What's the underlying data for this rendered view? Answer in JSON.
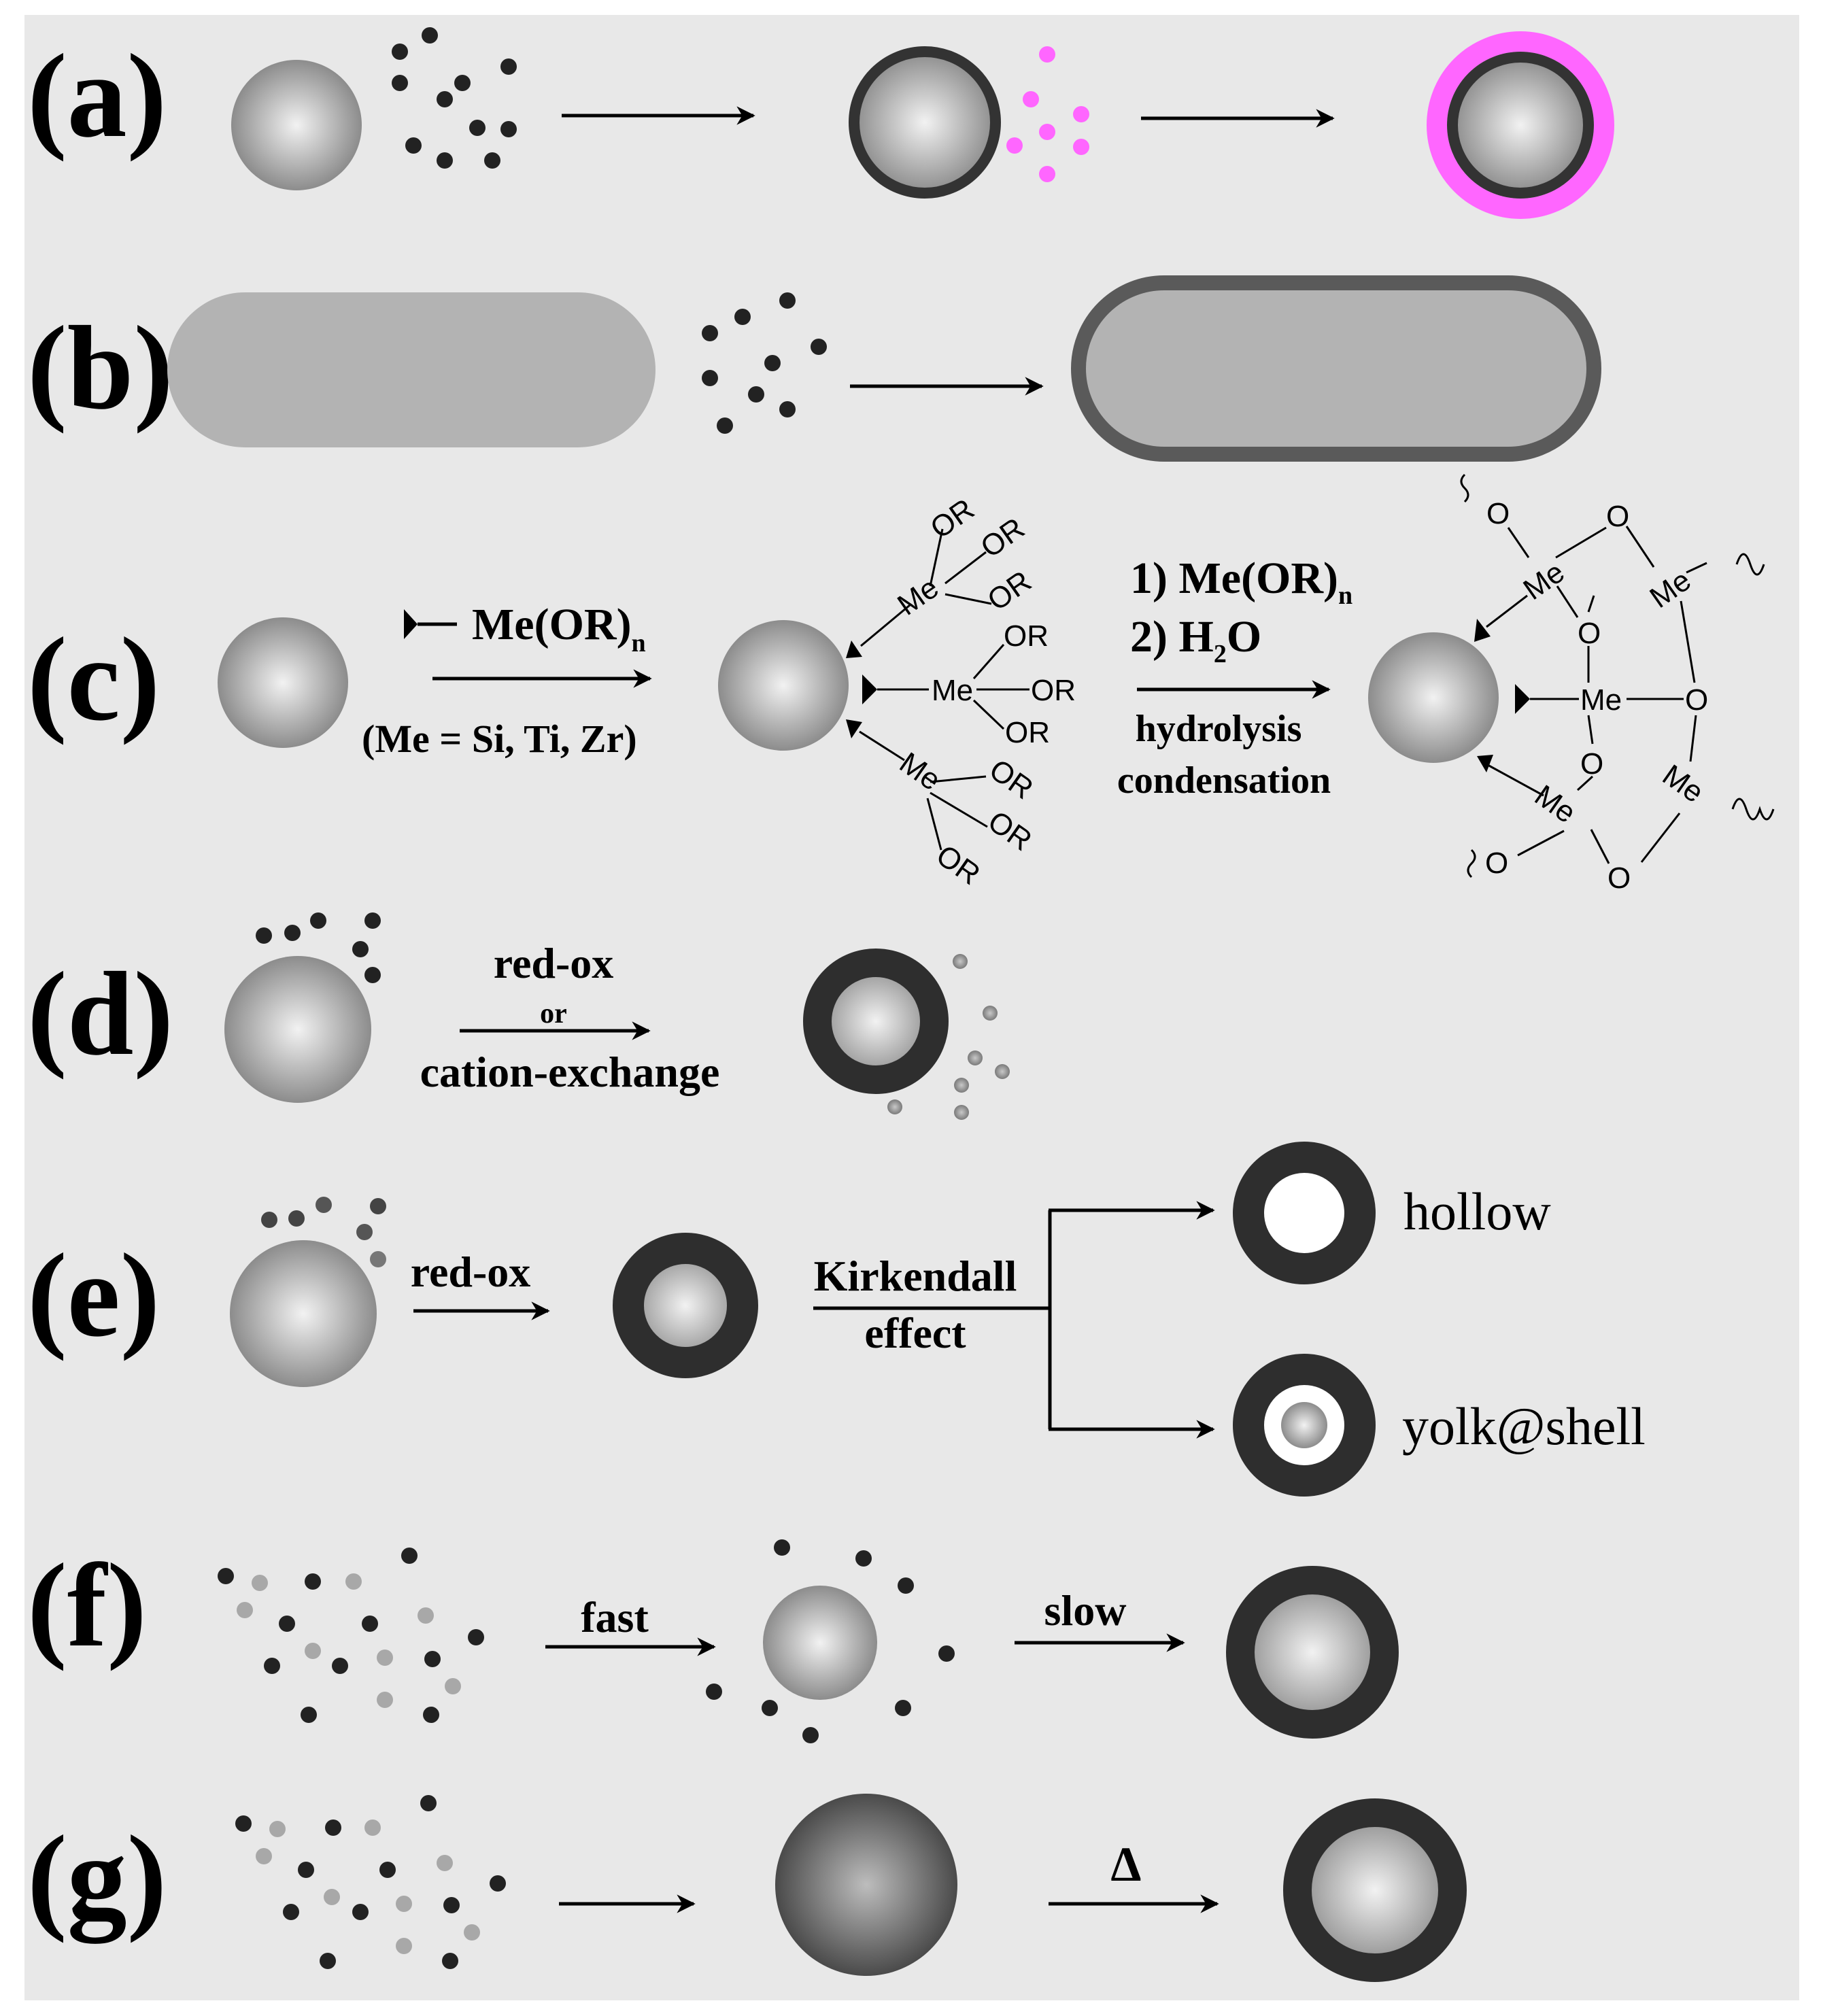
{
  "panels": {
    "a": {
      "label": "(a)"
    },
    "b": {
      "label": "(b)"
    },
    "c": {
      "label": "(c)",
      "reagent_main": "Me(OR)",
      "reagent_sub": "n",
      "condition": "(Me = Si, Ti, Zr)",
      "step1_main": "1) Me(OR)",
      "step1_sub": "n",
      "step2_pre": "2) H",
      "step2_sub": "2",
      "step2_post": "O",
      "step3": "hydrolysis",
      "step4": "condensation",
      "me": "Me",
      "or": "OR",
      "o": "O"
    },
    "d": {
      "label": "(d)",
      "top": "red-ox",
      "middle": "or",
      "bottom": "cation-exchange"
    },
    "e": {
      "label": "(e)",
      "arrow": "red-ox",
      "split_top": "Kirkendall",
      "split_bottom": "effect",
      "hollow": "hollow",
      "yolk": "yolk@shell"
    },
    "f": {
      "label": "(f)",
      "fast": "fast",
      "slow": "slow"
    },
    "g": {
      "label": "(g)",
      "heat": "Δ"
    }
  },
  "colors": {
    "panel_bg": "#e8e8e8",
    "shell_dark": "#2e2e2e",
    "shell_pink": "#ff66ff",
    "rod_fill": "#b3b3b3",
    "rod_shell": "#5a5a5a",
    "dot_dark": "#222222",
    "dot_gray": "#a8a8a8",
    "dot_pink": "#ff66ff"
  }
}
